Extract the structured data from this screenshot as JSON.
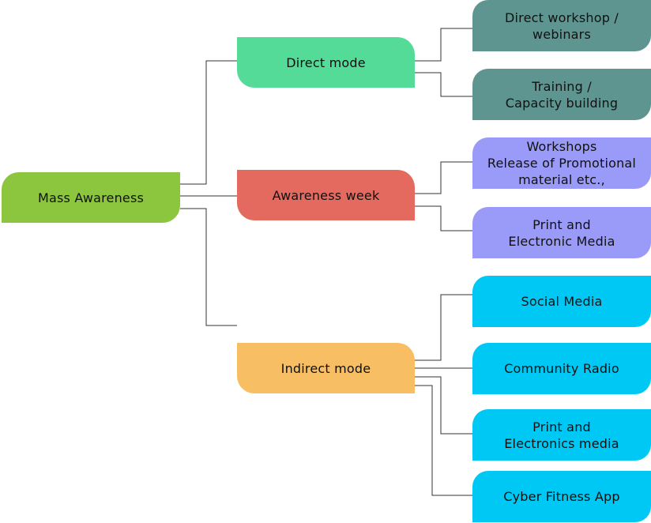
{
  "colors": {
    "root": "#8CC63E",
    "direct": "#54DB98",
    "awareness": "#E46A60",
    "indirect": "#F8BE64",
    "teal": "#5F9590",
    "lavender": "#9A9AF8",
    "cyan": "#00C8F4",
    "line": "#333333"
  },
  "root": {
    "label": "Mass Awareness"
  },
  "branches": {
    "direct": {
      "label": "Direct mode",
      "children": [
        "Direct workshop /\nwebinars",
        "Training /\nCapacity building"
      ]
    },
    "awareness": {
      "label": "Awareness week",
      "children": [
        "Workshops\nRelease of Promotional\nmaterial etc.,",
        "Print and\nElectronic Media"
      ]
    },
    "indirect": {
      "label": "Indirect mode",
      "children": [
        "Social Media",
        "Community Radio",
        "Print and\nElectronics media",
        "Cyber Fitness App"
      ]
    }
  }
}
